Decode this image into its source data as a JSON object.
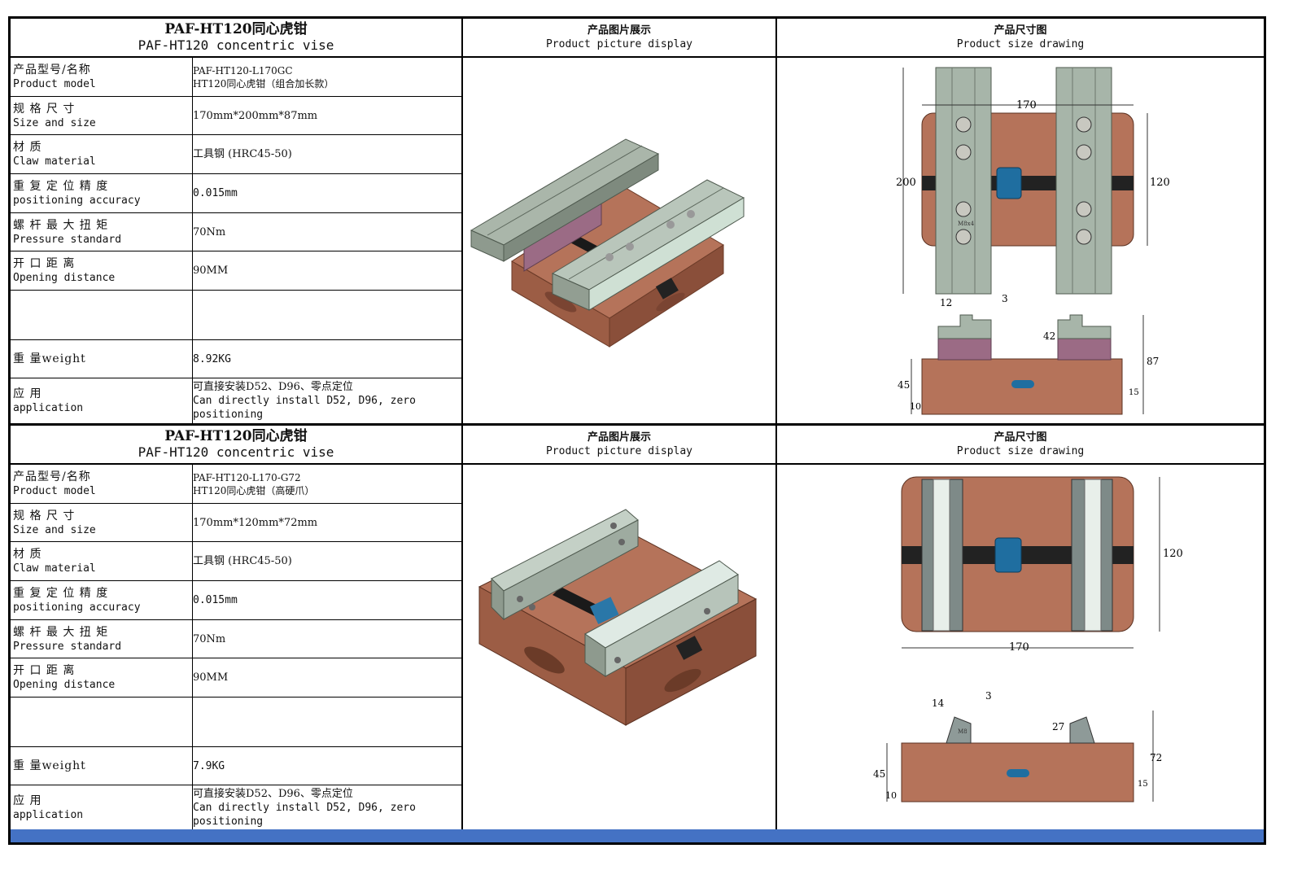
{
  "colors": {
    "accent_blue": "#4472c4",
    "copper": "#b5735a",
    "jaw_gray": "#9aaa9a",
    "pad_purple": "#9b6b85"
  },
  "products": [
    {
      "title_cn": "PAF-HT120同心虎钳",
      "title_en": "PAF-HT120 concentric vise",
      "picture_header_cn": "产品图片展示",
      "picture_header_en": "Product picture display",
      "drawing_header_cn": "产品尺寸图",
      "drawing_header_en": "Product size drawing",
      "specs": [
        {
          "label_cn": "产品型号/名称",
          "label_en": "Product model",
          "value": "PAF-HT120-L170GC",
          "value2": "HT120同心虎钳（组合加长款）"
        },
        {
          "label_cn": "规 格 尺 寸",
          "label_en": "Size and size",
          "value": "170mm*200mm*87mm"
        },
        {
          "label_cn": "材 质",
          "label_en": "Claw material",
          "value": "工具钢 (HRC45-50)"
        },
        {
          "label_cn": "重 复 定 位 精 度",
          "label_en": "positioning accuracy",
          "value": "0.015mm"
        },
        {
          "label_cn": "螺 杆 最 大 扭 矩",
          "label_en": "Pressure standard",
          "value": "70Nm"
        },
        {
          "label_cn": "开 口 距 离",
          "label_en": "Opening distance",
          "value": "90MM"
        },
        {
          "label_cn": "",
          "label_en": "",
          "value": ""
        },
        {
          "label_cn": "重 量weight",
          "label_en": "",
          "value": "8.92KG"
        },
        {
          "label_cn": "应 用",
          "label_en": "application",
          "value": "可直接安装D52、D96、零点定位",
          "value2": "Can directly install D52, D96, zero positioning"
        }
      ],
      "dims": {
        "width": "170",
        "height": "200",
        "height2": "120",
        "d12": "12",
        "d3": "3",
        "d42": "42",
        "d87": "87",
        "d45": "45",
        "d10": "10",
        "d15": "15",
        "m": "M8x4"
      }
    },
    {
      "title_cn": "PAF-HT120同心虎钳",
      "title_en": "PAF-HT120 concentric vise",
      "picture_header_cn": "产品图片展示",
      "picture_header_en": "Product picture display",
      "drawing_header_cn": "产品尺寸图",
      "drawing_header_en": "Product size drawing",
      "specs": [
        {
          "label_cn": "产品型号/名称",
          "label_en": "Product model",
          "value": "PAF-HT120-L170-G72",
          "value2": "HT120同心虎钳（高硬爪）"
        },
        {
          "label_cn": "规 格 尺 寸",
          "label_en": "Size and size",
          "value": "170mm*120mm*72mm"
        },
        {
          "label_cn": "材 质",
          "label_en": "Claw material",
          "value": "工具钢 (HRC45-50)"
        },
        {
          "label_cn": "重 复 定 位 精 度",
          "label_en": "positioning accuracy",
          "value": "0.015mm"
        },
        {
          "label_cn": "螺 杆 最 大 扭 矩",
          "label_en": "Pressure standard",
          "value": "70Nm"
        },
        {
          "label_cn": "开 口 距 离",
          "label_en": "Opening distance",
          "value": "90MM"
        },
        {
          "label_cn": "",
          "label_en": "",
          "value": ""
        },
        {
          "label_cn": "重 量weight",
          "label_en": "",
          "value": "7.9KG"
        },
        {
          "label_cn": "应 用",
          "label_en": "application",
          "value": "可直接安装D52、D96、零点定位",
          "value2": "Can directly install D52, D96, zero positioning"
        }
      ],
      "dims": {
        "width": "170",
        "height": "120",
        "d14": "14",
        "d3": "3",
        "d27": "27",
        "d72": "72",
        "d45": "45",
        "d10": "10",
        "d15": "15",
        "m": "M8"
      }
    }
  ]
}
